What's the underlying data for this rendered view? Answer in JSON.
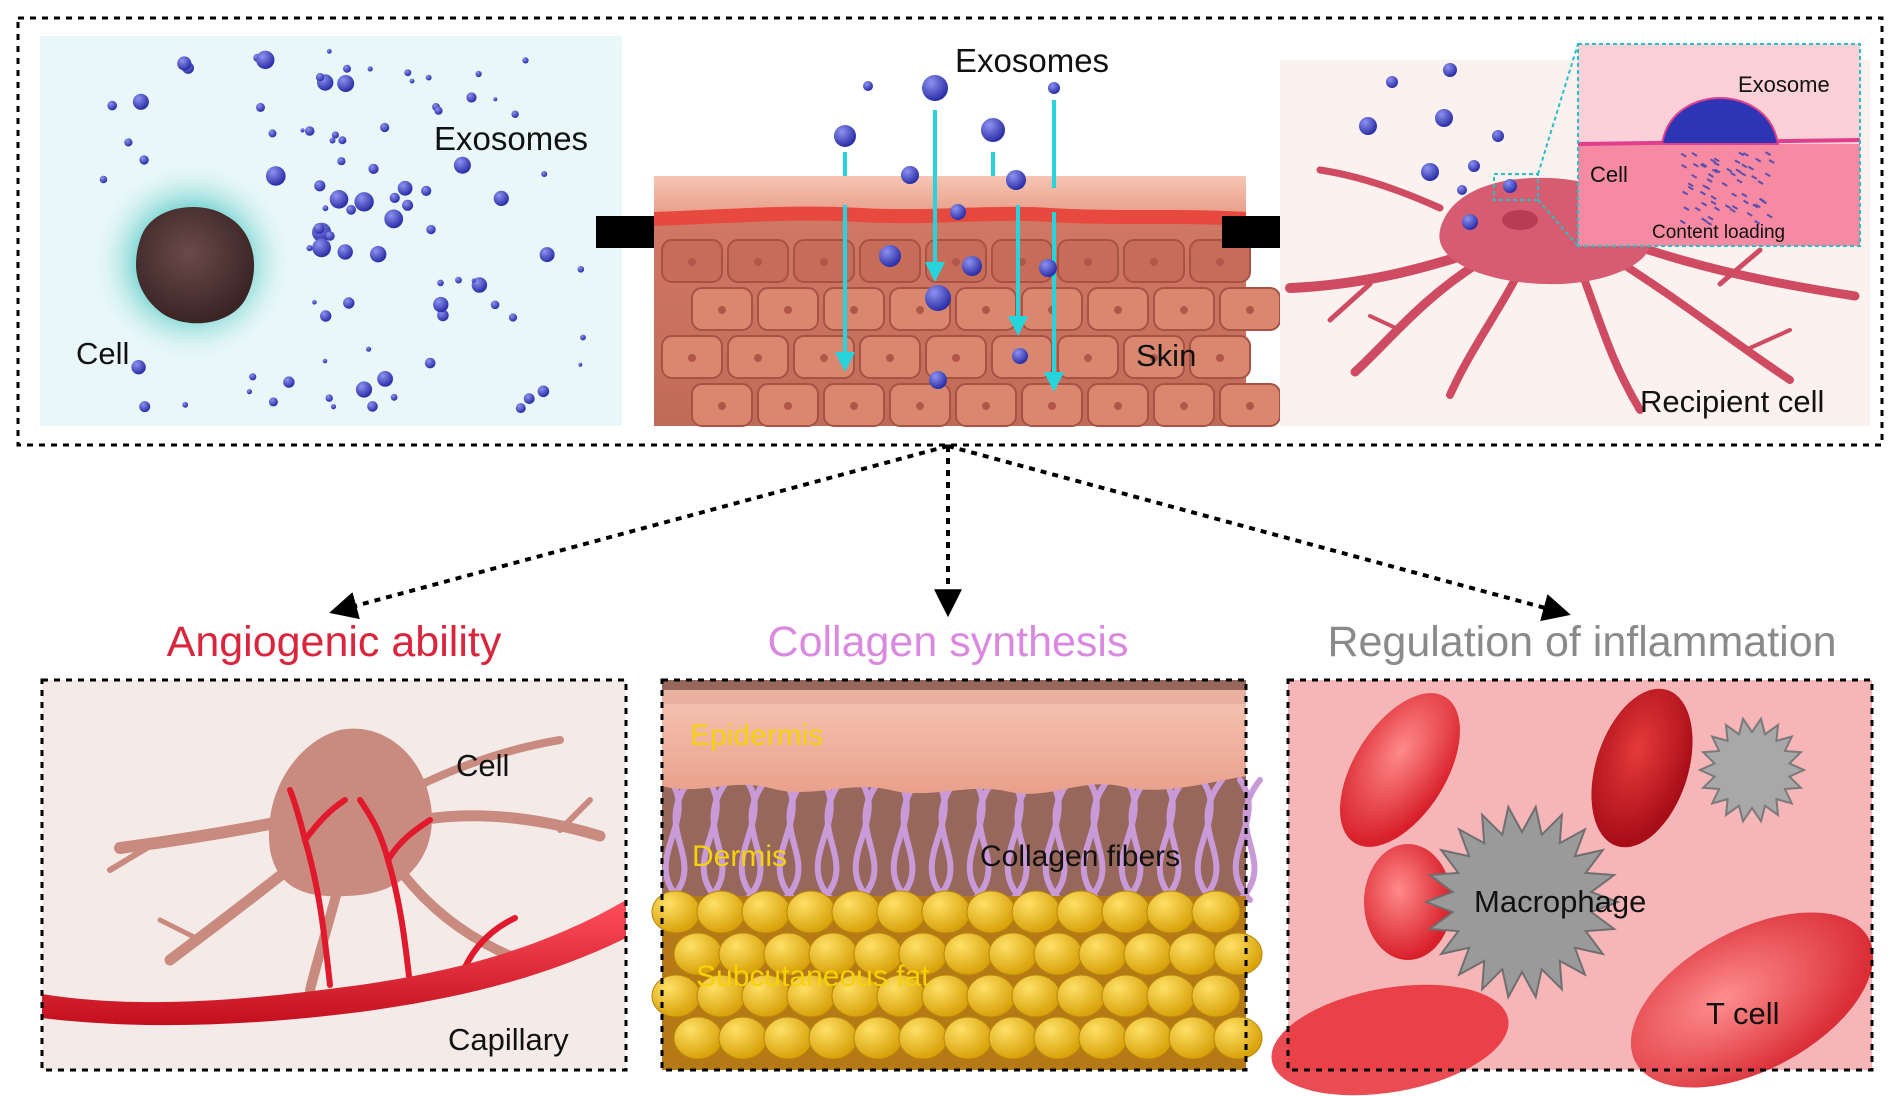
{
  "top": {
    "panel1": {
      "cell_label": "Cell",
      "exosomes_label": "Exosomes"
    },
    "panel2": {
      "exosomes_label": "Exosomes",
      "skin_label": "Skin"
    },
    "panel3": {
      "recipient_label": "Recipient cell",
      "inset": {
        "exosome_label": "Exosome",
        "cell_label": "Cell",
        "content_label": "Content loading"
      }
    }
  },
  "bottom": {
    "angiogenic": {
      "title": "Angiogenic ability",
      "cell_label": "Cell",
      "capillary_label": "Capillary"
    },
    "collagen": {
      "title": "Collagen synthesis",
      "epidermis_label": "Epidermis",
      "dermis_label": "Dermis",
      "fibers_label": "Collagen fibers",
      "fat_label": "Subcutaneous fat"
    },
    "inflammation": {
      "title": "Regulation of inflammation",
      "macrophage_label": "Macrophage",
      "tcell_label": "T cell"
    }
  },
  "colors": {
    "angiogenic_title": "#d9263d",
    "collagen_title": "#d98ae0",
    "inflammation_title": "#8a8a8a",
    "exosome": "#4a4fc4",
    "tracer_arrow": "#27d3dd",
    "collagen_layer_text": "#f5d20a"
  }
}
